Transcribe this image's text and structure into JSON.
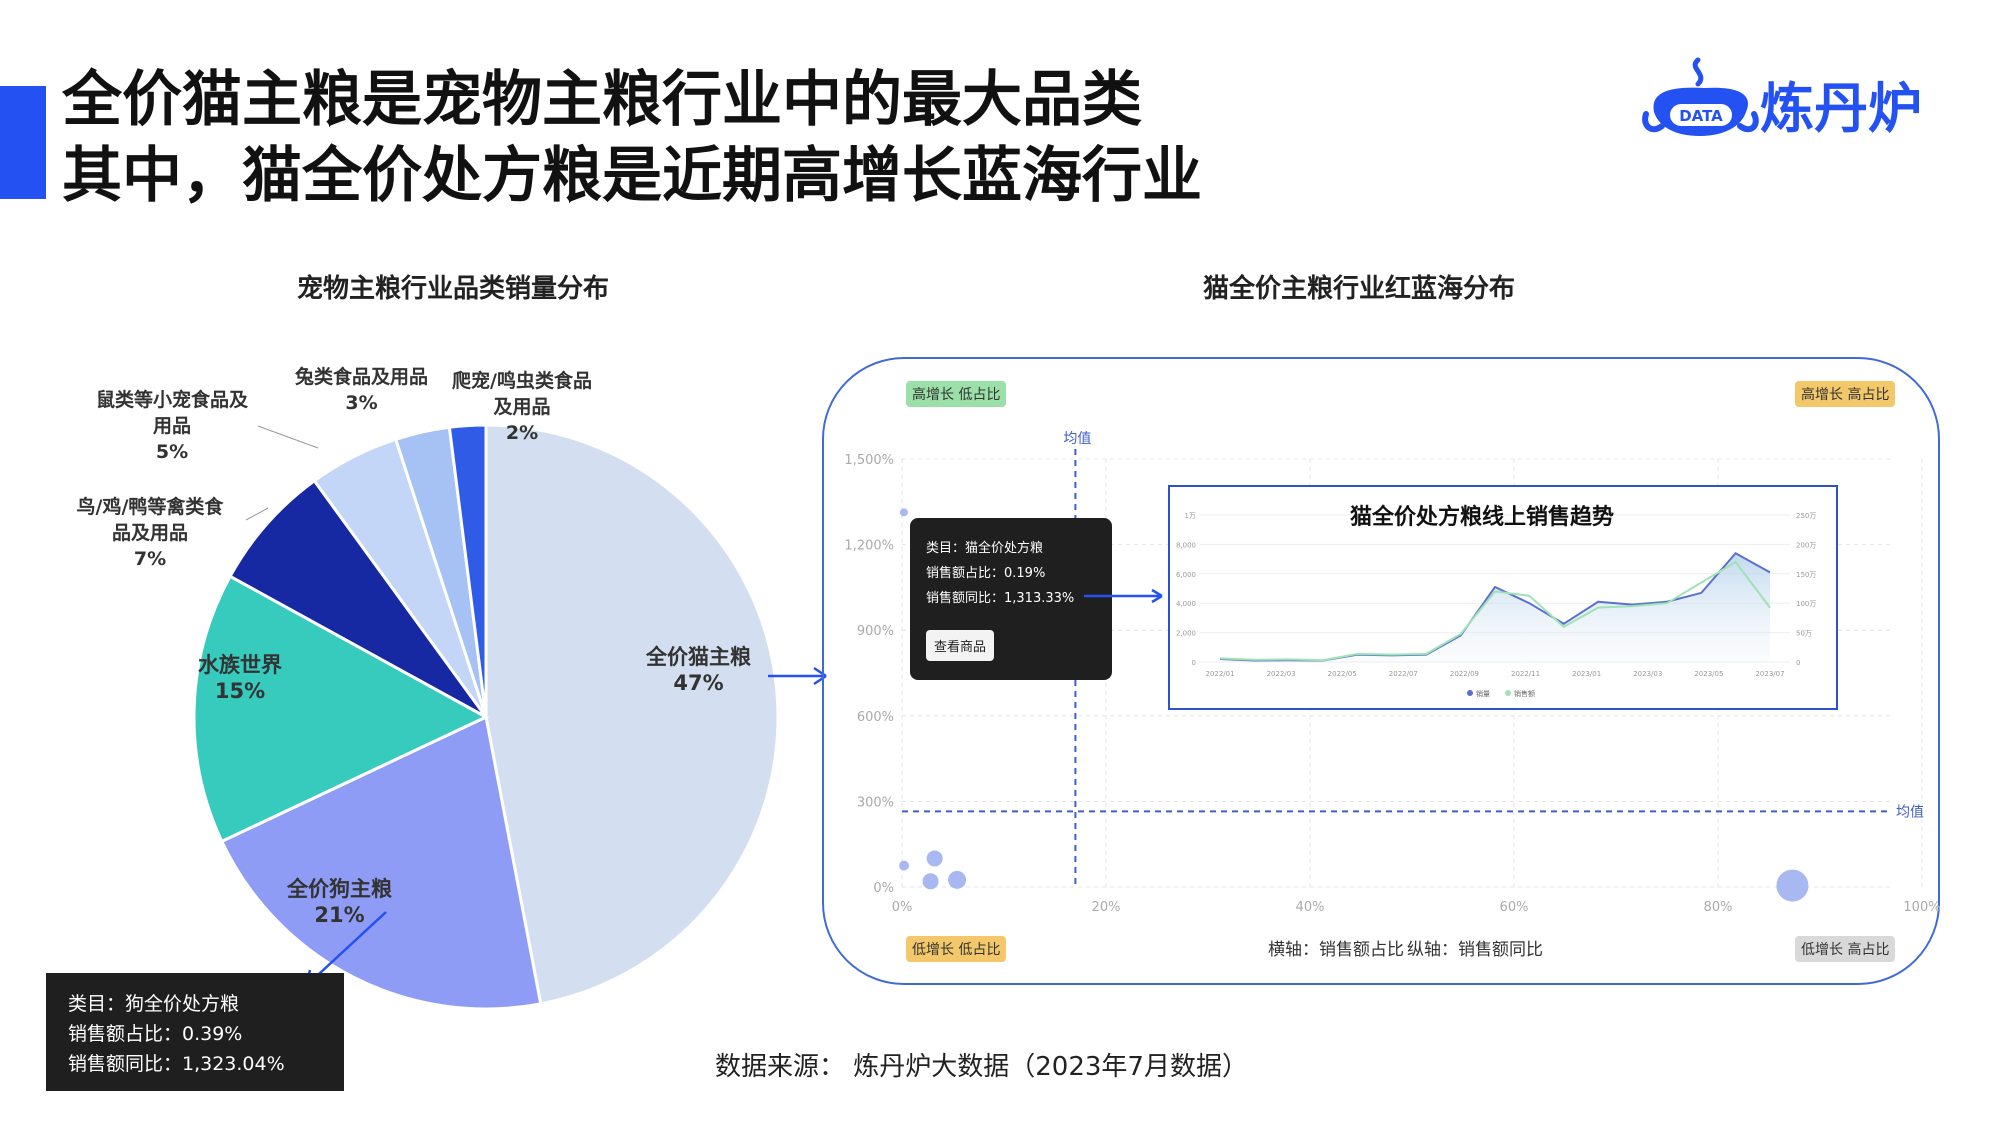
{
  "headline": {
    "line1": "全价猫主粮是宠物主粮行业中的最大品类",
    "line2": "其中，猫全价处方粮是近期高增长蓝海行业"
  },
  "brand": {
    "badge": "DATA",
    "name": "炼丹炉"
  },
  "chart_data": [
    {
      "type": "pie",
      "title": "宠物主粮行业品类销量分布",
      "slices": [
        {
          "label": "全价猫主粮",
          "percent_label": "47%",
          "value": 47,
          "color": "#d3dff0"
        },
        {
          "label": "全价狗主粮",
          "percent_label": "21%",
          "value": 21,
          "color": "#8f9cf6"
        },
        {
          "label": "水族世界",
          "percent_label": "15%",
          "value": 15,
          "color": "#37cbbd"
        },
        {
          "label": "鸟/鸡/鸭等禽类食品及用品",
          "percent_label": "7%",
          "value": 7,
          "color": "#1628a2"
        },
        {
          "label": "鼠类等小宠食品及用品",
          "percent_label": "5%",
          "value": 5,
          "color": "#c3d6f7"
        },
        {
          "label": "兔类食品及用品",
          "percent_label": "3%",
          "value": 3,
          "color": "#a6c1f3"
        },
        {
          "label": "爬宠/鸣虫类食品及用品",
          "percent_label": "2%",
          "value": 2,
          "color": "#2f5be6"
        }
      ],
      "tooltip": {
        "category": "类目：狗全价处方粮",
        "share": "销售额占比：0.39%",
        "yoy": "销售额同比：1,323.04%"
      }
    },
    {
      "type": "scatter",
      "title": "猫全价主粮行业红蓝海分布",
      "xlabel": "横轴：销售额占比",
      "ylabel": "纵轴：销售额同比",
      "x_ticks": [
        "0%",
        "20%",
        "40%",
        "60%",
        "80%",
        "100%"
      ],
      "y_ticks": [
        "0%",
        "300%",
        "600%",
        "900%",
        "1,200%",
        "1,500%"
      ],
      "xlim": [
        0,
        100
      ],
      "ylim": [
        0,
        1500
      ],
      "mean_label": "均值",
      "mean_x": 17,
      "mean_y": 265,
      "points": [
        {
          "x": 0.19,
          "y": 1313
        },
        {
          "x": 0.2,
          "y": 75
        },
        {
          "x": 3.2,
          "y": 100
        },
        {
          "x": 2.8,
          "y": 20
        },
        {
          "x": 5.4,
          "y": 25
        },
        {
          "x": 87.3,
          "y": 5
        }
      ],
      "quadrants": {
        "top_left": "高增长 低占比",
        "top_right": "高增长 高占比",
        "bottom_left": "低增长 低占比",
        "bottom_right": "低增长 高占比"
      },
      "tooltip": {
        "category": "类目：猫全价处方粮",
        "share": "销售额占比：0.19%",
        "yoy": "销售额同比：1,313.33%",
        "button": "查看商品"
      }
    },
    {
      "type": "line",
      "title": "猫全价处方粮线上销售趋势",
      "x_ticks": [
        "2022/01",
        "2022/03",
        "2022/05",
        "2022/07",
        "2022/09",
        "2022/11",
        "2023/01",
        "2023/03",
        "2023/05",
        "2023/07"
      ],
      "y_left_ticks": [
        "0",
        "2,000",
        "4,000",
        "6,000",
        "8,000",
        "1万"
      ],
      "y_right_ticks": [
        "0",
        "50万",
        "100万",
        "150万",
        "200万",
        "250万"
      ],
      "series": [
        {
          "name": "销量",
          "color": "#5b6fd0",
          "values": [
            200,
            100,
            120,
            100,
            500,
            450,
            500,
            1800,
            5100,
            4000,
            2600,
            4100,
            3900,
            4100,
            4700,
            7400,
            6100
          ]
        },
        {
          "name": "销售额",
          "color": "#9fe2b5",
          "values": [
            250,
            150,
            180,
            120,
            550,
            500,
            550,
            1900,
            4800,
            4500,
            2400,
            3700,
            3800,
            4000,
            5400,
            6800,
            3700
          ]
        }
      ]
    }
  ],
  "source": "数据来源： 炼丹炉大数据（2023年7月数据）"
}
